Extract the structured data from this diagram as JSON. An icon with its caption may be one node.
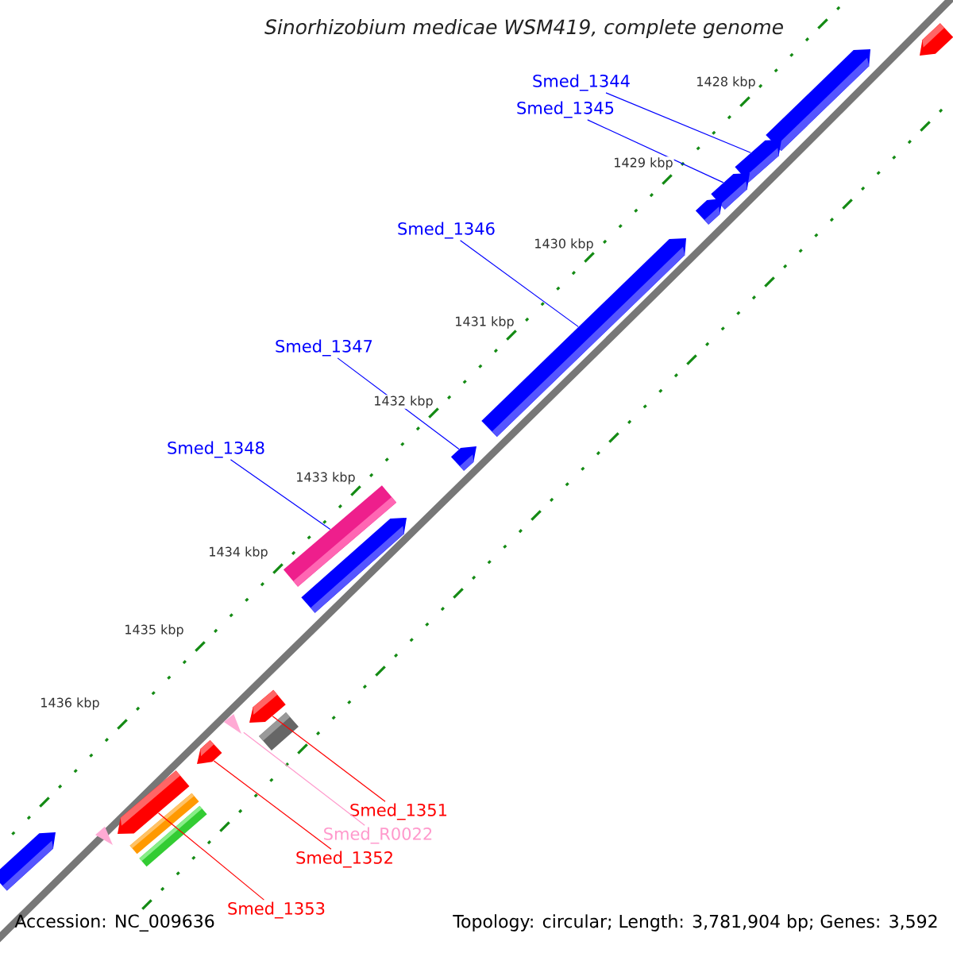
{
  "diagram": {
    "title": "*Sinorhizobium medicae* WSM419, complete genome",
    "nodes": [
      {
        "text": [
          "Smed_1344"
        ]
      },
      {
        "text": [
          "Smed_1345"
        ]
      },
      {
        "text": [
          "Smed_1346"
        ]
      },
      {
        "text": [
          "Smed_1347"
        ]
      },
      {
        "text": [
          "Smed_1348"
        ]
      },
      {
        "text": [
          "Smed_1351"
        ]
      },
      {
        "text": [
          "Smed_R0022"
        ]
      },
      {
        "text": [
          "Smed_1352"
        ]
      },
      {
        "text": [
          "Smed_1353"
        ]
      },
      {
        "text": [],
        "shape": "pentagon"
      },
      {
        "text": [],
        "shape": "pentagon"
      },
      {
        "text": [],
        "shape": "pentagon"
      },
      {
        "text": [],
        "shape": "pentagon"
      },
      {
        "text": [],
        "shape": "pentagon"
      },
      {
        "text": [],
        "shape": "pentagon"
      },
      {
        "text": [],
        "shape": "pentagon"
      },
      {
        "text": [],
        "shape": "bar"
      },
      {
        "text": [],
        "shape": "pentagon"
      },
      {
        "text": [],
        "shape": "pentagon"
      },
      {
        "text": [],
        "shape": "bar"
      },
      {
        "text": [],
        "shape": "triangle"
      },
      {
        "text": [],
        "shape": "pentagon"
      },
      {
        "text": [],
        "shape": "pentagon"
      },
      {
        "text": [],
        "shape": "bar"
      },
      {
        "text": [],
        "shape": "bar"
      },
      {
        "text": [],
        "shape": "triangle"
      },
      {
        "text": [],
        "shape": "pentagon"
      }
    ],
    "edges": [
      {
        "from": 0,
        "to": 11,
        "arrow": "none"
      },
      {
        "from": 1,
        "to": 12,
        "arrow": "none"
      },
      {
        "from": 2,
        "to": 14,
        "arrow": "none"
      },
      {
        "from": 3,
        "to": 15,
        "arrow": "none"
      },
      {
        "from": 4,
        "to": 16,
        "arrow": "none"
      },
      {
        "from": 5,
        "to": 18,
        "arrow": "none",
        "color": "#ff0000"
      },
      {
        "from": 6,
        "to": 20,
        "arrow": "none",
        "color": "#ff99cc"
      },
      {
        "from": 7,
        "to": 21,
        "arrow": "none",
        "color": "#ff0000"
      },
      {
        "from": 8,
        "to": 22,
        "arrow": "none",
        "color": "#ff0000"
      }
    ],
    "labels": [
      "1428 kbp",
      "1429 kbp",
      "1430 kbp",
      "1431 kbp",
      "1432 kbp",
      "1433 kbp",
      "1434 kbp",
      "1435 kbp",
      "1436 kbp",
      "Accession: NC_009636",
      "Topology: circular; Length: 3,781,904 bp; Genes: 3,592"
    ]
  }
}
